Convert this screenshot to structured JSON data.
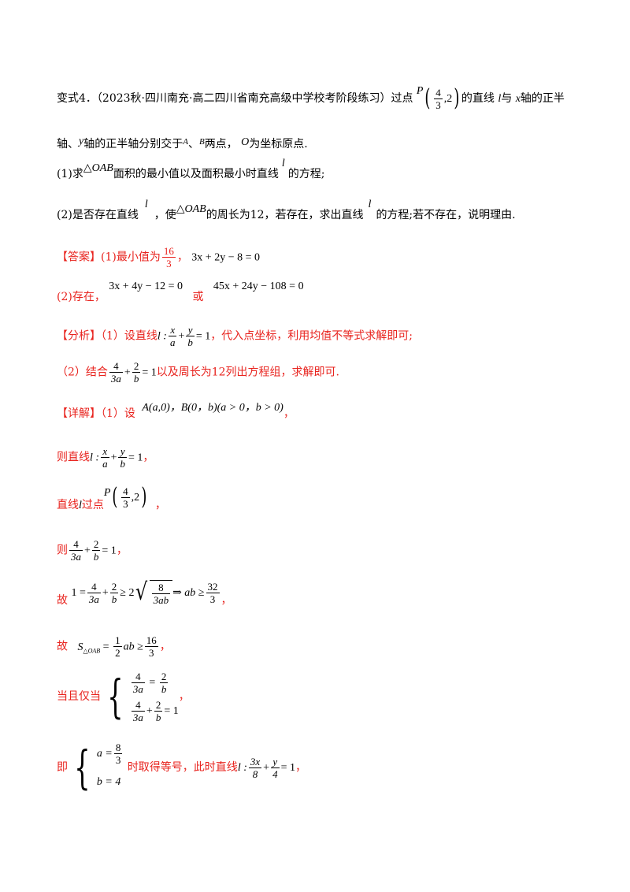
{
  "problem": {
    "prefix": "变式4．",
    "source": "（2023秋·四川南充·高二四川省南充高级中学校考阶段练习）",
    "text_a": "过点",
    "point_name": "P",
    "px_num": "4",
    "px_den": "3",
    "py": ",2",
    "text_b": "的直线",
    "l": "l",
    "text_c": "与",
    "x": "x",
    "text_d": "轴的正半",
    "text_e": "轴、",
    "y": "y",
    "text_f": "轴的正半轴分别交于",
    "A": "A",
    "sep": "、",
    "B": "B",
    "text_g": "两点，",
    "O": "O",
    "text_h": "为坐标原点.",
    "q1_prefix": "(1)求",
    "tri": "△OAB",
    "q1_text": "面积的最小值以及面积最小时直线",
    "q1_end": "的方程;",
    "q2_prefix": "(2)是否存在直线",
    "q2_text": "，使",
    "q2_text2": "的周长为12，若存在，求出直线",
    "q2_end": "的方程;若不存在，说明理由."
  },
  "answer": {
    "label": "【答案】",
    "a1": "(1)最小值为",
    "min_num": "16",
    "min_den": "3",
    "comma": "，",
    "eq1": "3x + 2y − 8 = 0",
    "a2": "(2)存在，",
    "eq2": "3x + 4y − 12 = 0",
    "or": "或",
    "eq3": "45x + 24y − 108 = 0"
  },
  "analysis": {
    "label": "【分析】",
    "s1": "（1）设直线",
    "l_colon": "l :",
    "xa_num": "x",
    "xa_den": "a",
    "yb_num": "y",
    "yb_den": "b",
    "eq_one": "= 1",
    "s1_text": "，代入点坐标，利用均值不等式求解即可;",
    "s2": "（2）结合",
    "f4_num": "4",
    "f4_den": "3a",
    "f2_num": "2",
    "f2_den": "b",
    "s2_text": "以及周长为12列出方程组，求解即可."
  },
  "detail": {
    "label": "【详解】",
    "s1": "（1）设",
    "set_pts": "A(a,0)，B(0，b)(a > 0，b > 0)",
    "tail_comma": "，",
    "then_line": "则直线",
    "line_pass": "直线",
    "pass_text": "过点",
    "then": "则",
    "so": "故",
    "ineq_left": "1 =",
    "geq2": "≥ 2",
    "sq_num": "8",
    "sq_den": "3ab",
    "implies": "⇒ ab ≥",
    "ab_num": "32",
    "ab_den": "3",
    "s_sym": "S",
    "s_sub": "△OAB",
    "half_num": "1",
    "half_den": "2",
    "ab_geq": "ab ≥",
    "iff": "当且仅当",
    "ji": "即",
    "a_eq": "a =",
    "a_num": "8",
    "a_den": "3",
    "b_eq": "b = 4",
    "final_text": "时取得等号，此时直线",
    "f3x_num": "3x",
    "f3x_den": "8",
    "fy4_num": "y",
    "fy4_den": "4"
  }
}
